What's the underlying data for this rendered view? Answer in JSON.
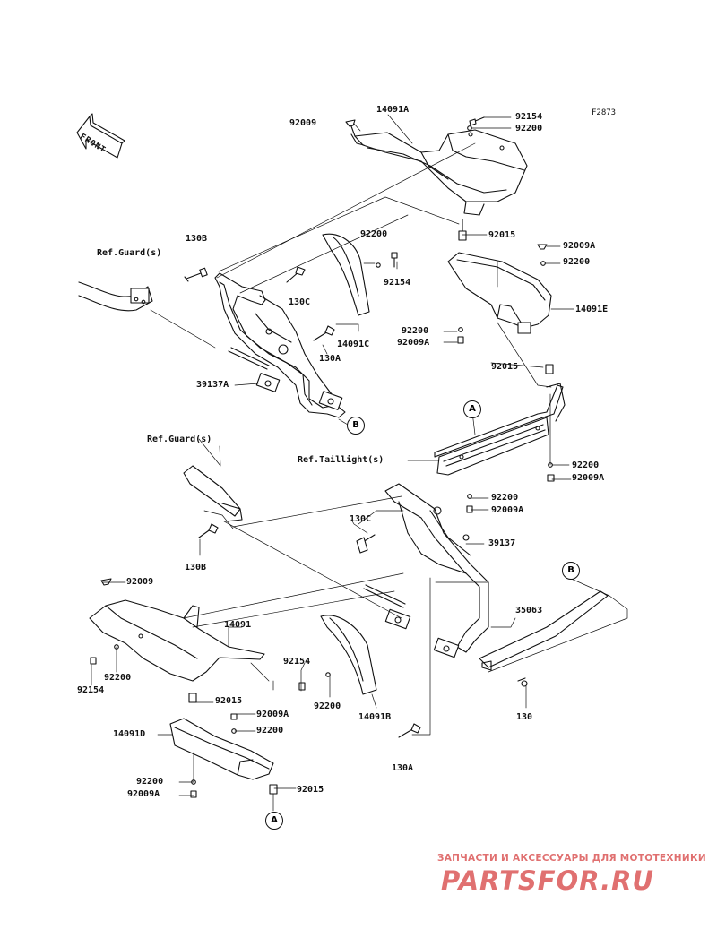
{
  "figure_code": "F2873",
  "front_arrow_label": "FRONT",
  "labels": {
    "p92009_top": "92009",
    "p14091A": "14091A",
    "p92154_top": "92154",
    "p92200_top": "92200",
    "ref_guard_top": "Ref.Guard(s)",
    "p130B_top": "130B",
    "p92200_mid": "92200",
    "p92154_mid": "92154",
    "p92015_top": "92015",
    "p92009A_r1": "92009A",
    "p92200_r1": "92200",
    "p130C_top": "130C",
    "p14091E": "14091E",
    "p92200_r2": "92200",
    "p92009A_r2": "92009A",
    "p14091C": "14091C",
    "p130A_top": "130A",
    "p39137A": "39137A",
    "p92015_r": "92015",
    "ref_taillight": "Ref.Taillight(s)",
    "p92200_r3": "92200",
    "p92009A_r3": "92009A",
    "ref_guard_bottom": "Ref.Guard(s)",
    "p92200_r4": "92200",
    "p92009A_r4": "92009A",
    "p130C_bottom": "130C",
    "p39137": "39137",
    "p130B_bottom": "130B",
    "p92009_bottom": "92009",
    "p14091": "14091",
    "p35063": "35063",
    "p92154_bl": "92154",
    "p92200_bl": "92200",
    "p92154_bm": "92154",
    "p92200_bm": "92200",
    "p14091B": "14091B",
    "p130": "130",
    "p92015_bl": "92015",
    "p92009A_bl": "92009A",
    "p92200_bl2": "92200",
    "p14091D": "14091D",
    "p130A_bottom": "130A",
    "p92200_bl3": "92200",
    "p92009A_bl3": "92009A",
    "p92015_bl2": "92015"
  },
  "callouts": {
    "A_upper": "A",
    "A_lower": "A",
    "B_upper": "B",
    "B_lower": "B"
  },
  "watermark": {
    "tagline": "ЗАПЧАСТИ И АКСЕССУАРЫ ДЛЯ МОТОТЕХНИКИ",
    "logo": "PARTSFOR.RU",
    "color": "#e07070"
  }
}
